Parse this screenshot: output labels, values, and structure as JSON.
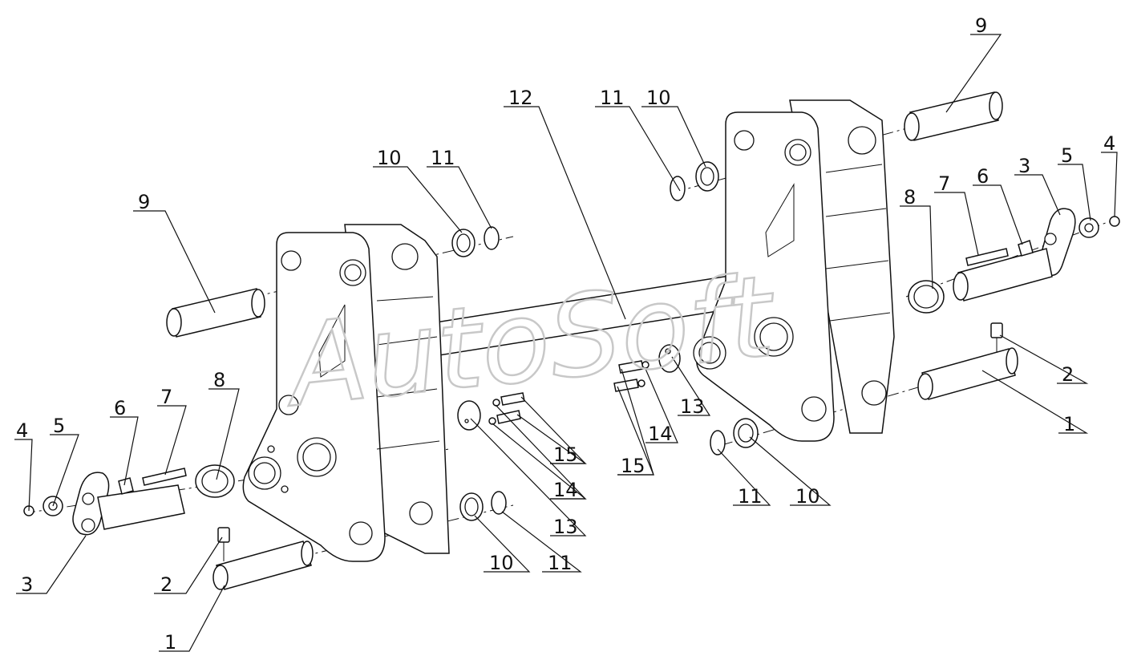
{
  "watermark": "AutoSoft",
  "callouts": {
    "l_4": "4",
    "l_5": "5",
    "l_6": "6",
    "l_7": "7",
    "l_8": "8",
    "l_3": "3",
    "l_2": "2",
    "l_1": "1",
    "l_9": "9",
    "l_10_top": "10",
    "l_11_top": "11",
    "l_10_bot": "10",
    "l_11_bot": "11",
    "l_13": "13",
    "l_14": "14",
    "l_15": "15",
    "c_12": "12",
    "r_9": "9",
    "r_11_top": "11",
    "r_10_top": "10",
    "r_3": "3",
    "r_5": "5",
    "r_4": "4",
    "r_6": "6",
    "r_7": "7",
    "r_8": "8",
    "r_2": "2",
    "r_1": "1",
    "r_13": "13",
    "r_14": "14",
    "r_15": "15",
    "r_11_bot": "11",
    "r_10_bot": "10"
  }
}
